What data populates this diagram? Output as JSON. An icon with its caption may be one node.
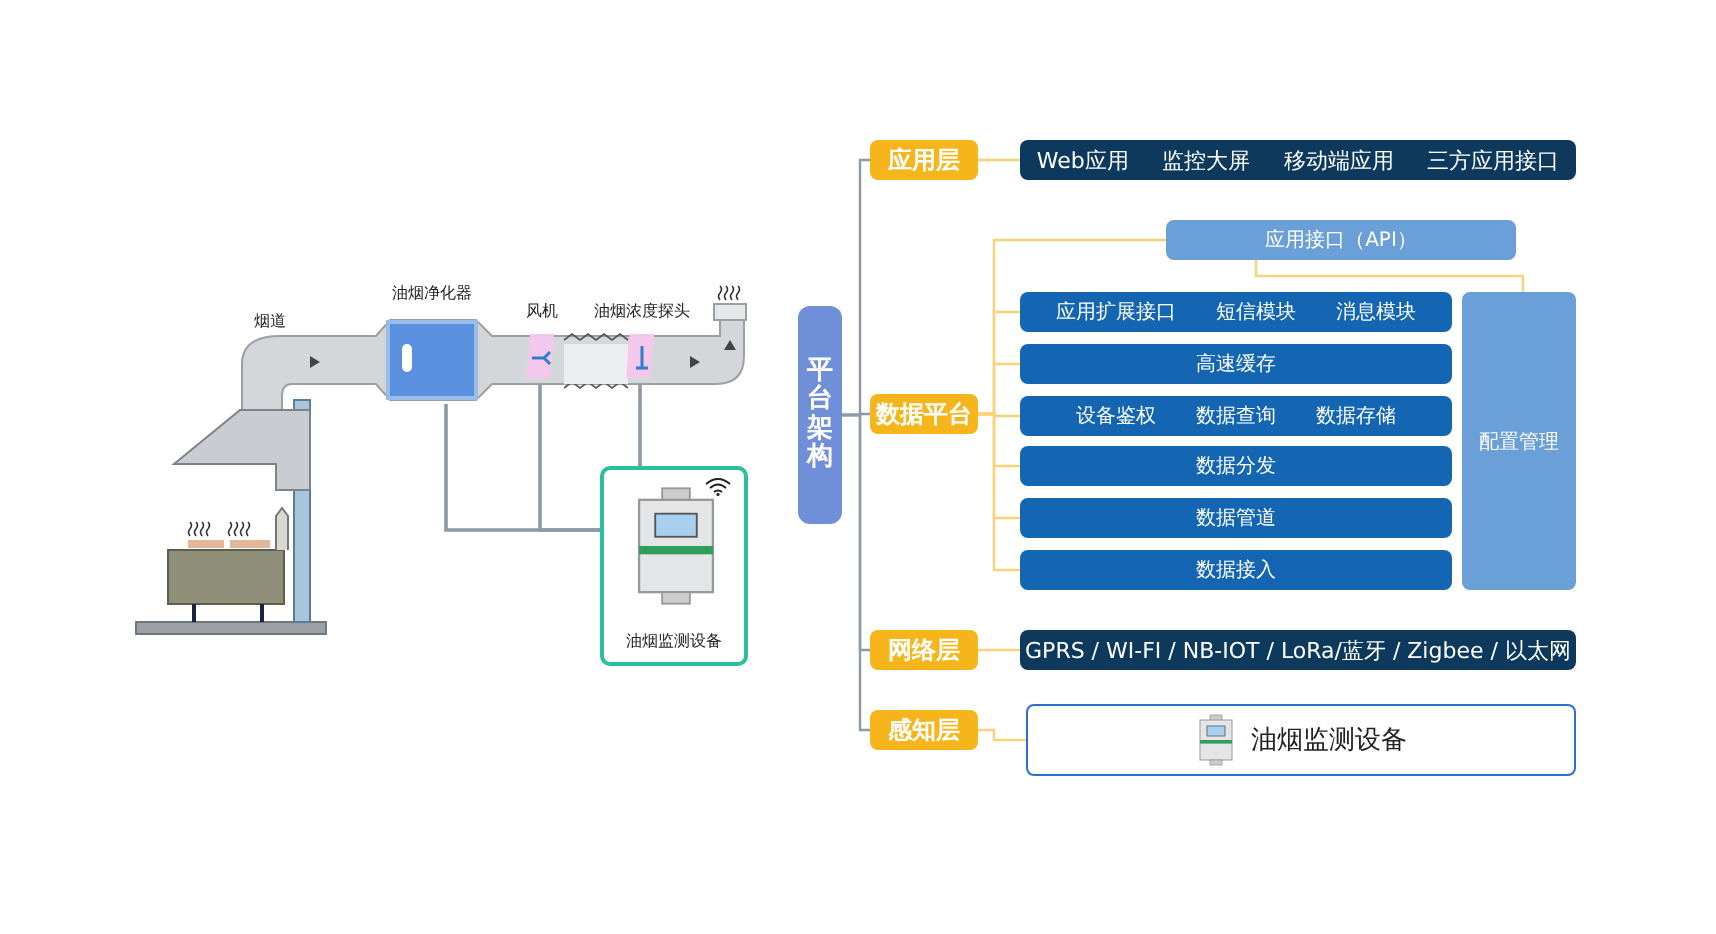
{
  "diagram": {
    "nodes": [
      {
        "text": [
          "平台架构"
        ]
      },
      {
        "text": [
          "应用层"
        ]
      },
      {
        "text": [
          "Web应用",
          "监控大屏",
          "移动端应用",
          "三方应用接口"
        ]
      },
      {
        "text": [
          "数据平台"
        ]
      },
      {
        "text": [
          "应用接口（API）"
        ]
      },
      {
        "text": [
          "应用扩展接口",
          "短信模块",
          "消息模块"
        ]
      },
      {
        "text": [
          "高速缓存"
        ]
      },
      {
        "text": [
          "设备鉴权",
          "数据查询",
          "数据存储"
        ]
      },
      {
        "text": [
          "数据分发"
        ]
      },
      {
        "text": [
          "数据管道"
        ]
      },
      {
        "text": [
          "数据接入"
        ]
      },
      {
        "text": [
          "配置管理"
        ]
      },
      {
        "text": [
          "网络层"
        ]
      },
      {
        "text": [
          "GPRS / WI-FI / NB-IOT / LoRa/蓝牙 / Zigbee / 以太网"
        ]
      },
      {
        "text": [
          "感知层"
        ]
      },
      {
        "text": [
          "油烟监测设备"
        ]
      },
      {
        "text": [
          "油烟净化器"
        ]
      },
      {
        "text": [
          "风机"
        ]
      },
      {
        "text": [
          "油烟浓度探头"
        ]
      },
      {
        "text": [
          "油烟监测设备"
        ]
      }
    ],
    "edges": [
      {
        "from": 0,
        "to": 1,
        "arrow": "none",
        "color": "#8c99a6"
      },
      {
        "from": 0,
        "to": 3,
        "arrow": "none",
        "color": "#8c99a6"
      },
      {
        "from": 0,
        "to": 12,
        "arrow": "none",
        "color": "#8c99a6"
      },
      {
        "from": 0,
        "to": 14,
        "arrow": "none",
        "color": "#8c99a6"
      },
      {
        "from": 1,
        "to": 2,
        "arrow": "none"
      },
      {
        "from": 3,
        "to": 4,
        "arrow": "none"
      },
      {
        "from": 3,
        "to": 5,
        "arrow": "none"
      },
      {
        "from": 3,
        "to": 6,
        "arrow": "none"
      },
      {
        "from": 3,
        "to": 7,
        "arrow": "none"
      },
      {
        "from": 3,
        "to": 8,
        "arrow": "none"
      },
      {
        "from": 3,
        "to": 9,
        "arrow": "none"
      },
      {
        "from": 3,
        "to": 10,
        "arrow": "none"
      },
      {
        "from": 4,
        "to": 11,
        "arrow": "none"
      },
      {
        "from": 12,
        "to": 13,
        "arrow": "none"
      },
      {
        "from": 14,
        "to": 15,
        "arrow": "none"
      },
      {
        "from": 16,
        "to": 19,
        "arrow": "none",
        "color": "#8c99a6"
      },
      {
        "from": 17,
        "to": 19,
        "arrow": "none",
        "color": "#8c99a6"
      },
      {
        "from": 18,
        "to": 19,
        "arrow": "none",
        "color": "#8c99a6"
      }
    ],
    "labels": [
      "烟道"
    ]
  }
}
